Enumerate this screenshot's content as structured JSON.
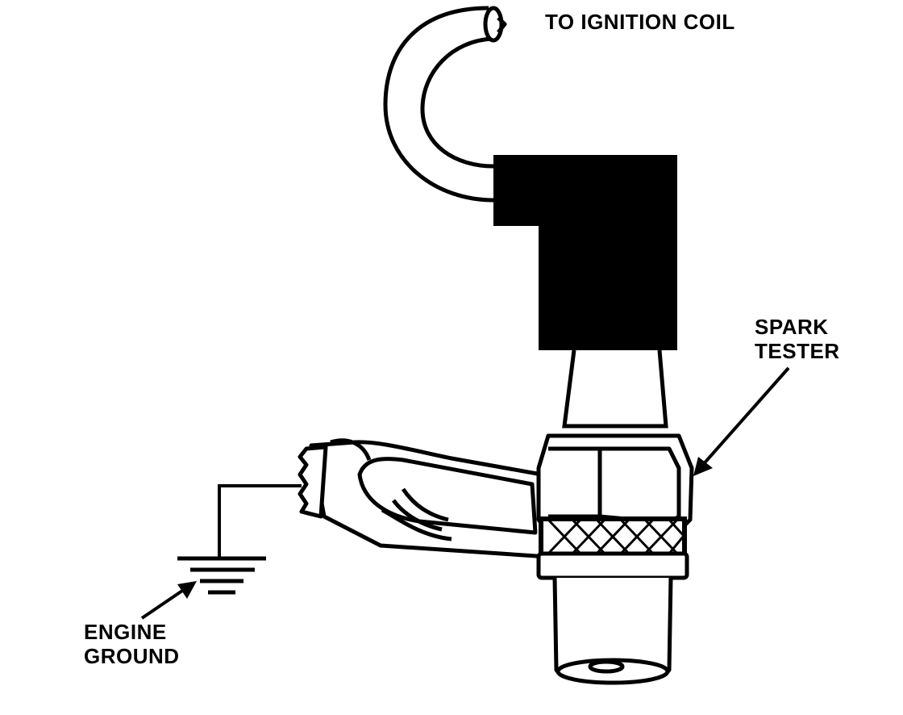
{
  "labels": {
    "ignition_coil": "TO IGNITION COIL",
    "spark_tester_line1": "SPARK",
    "spark_tester_line2": "TESTER",
    "engine_ground_line1": "ENGINE",
    "engine_ground_line2": "GROUND"
  }
}
